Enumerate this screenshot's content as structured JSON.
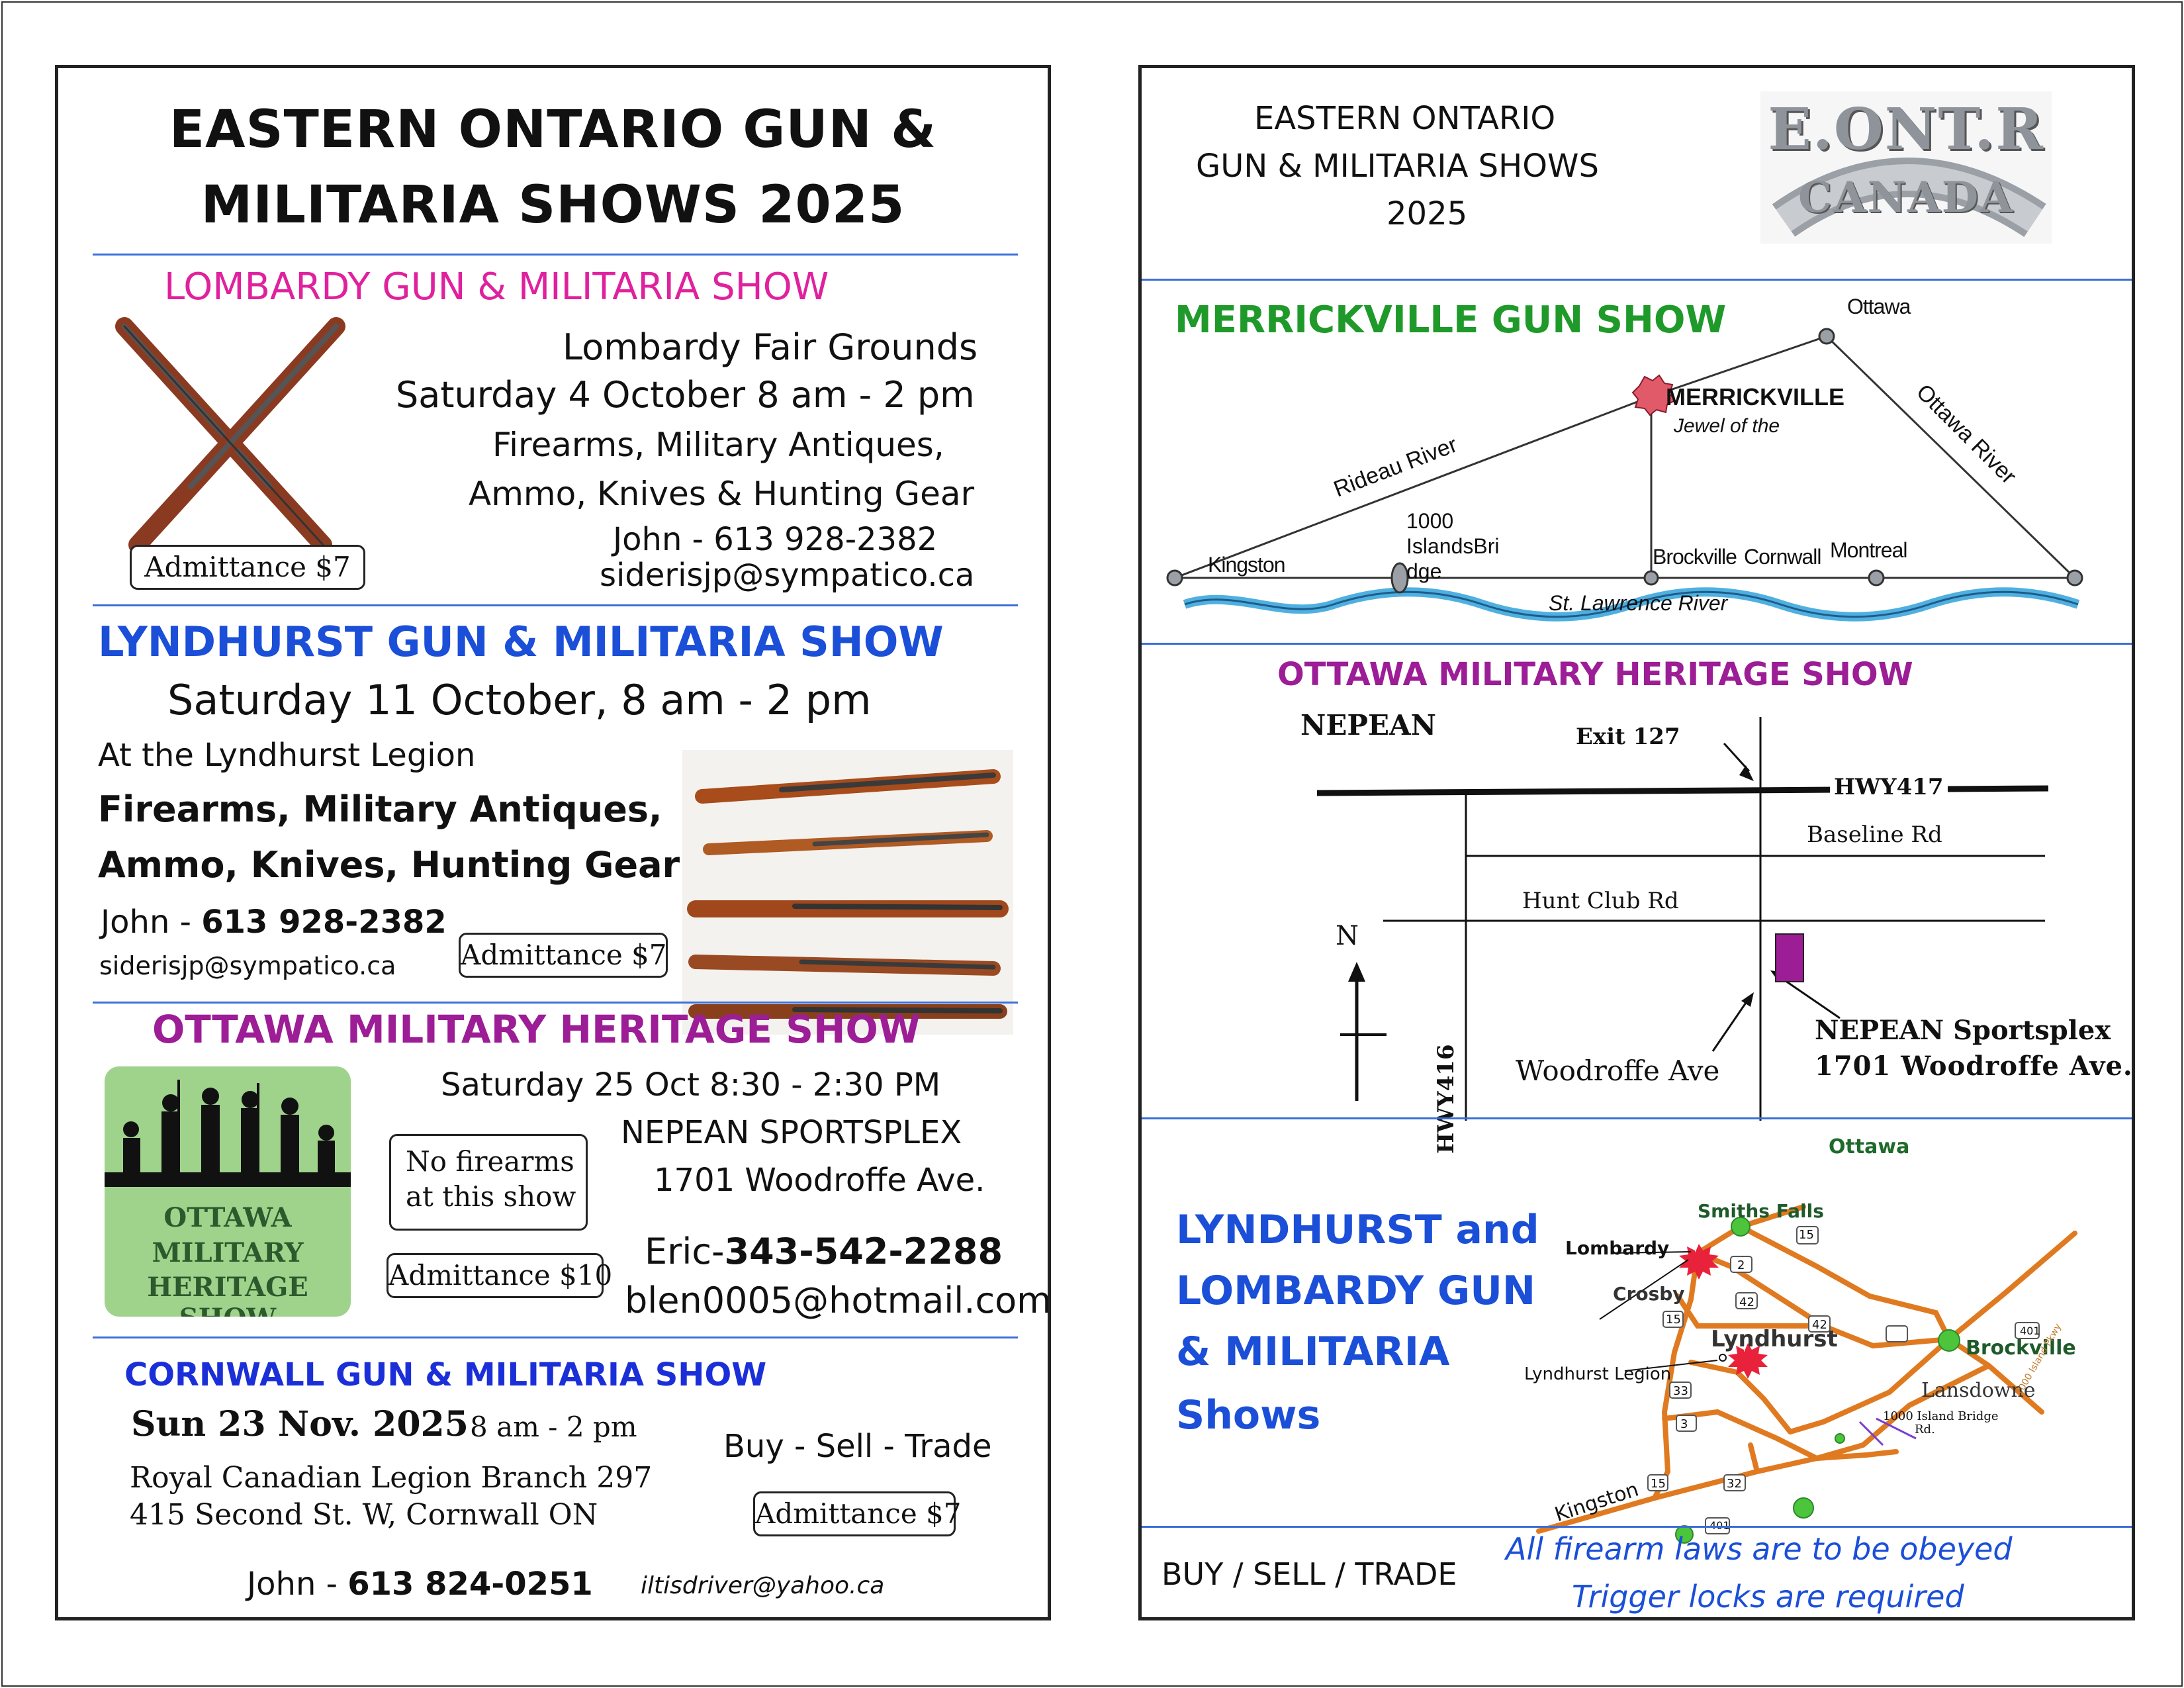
{
  "left": {
    "title_line1": "EASTERN ONTARIO GUN &",
    "title_line2": "MILITARIA SHOWS 2025",
    "lombardy": {
      "heading": "LOMBARDY GUN & MILITARIA SHOW",
      "venue": "Lombardy Fair Grounds",
      "date": "Saturday 4 October 8 am - 2 pm",
      "items1": "Firearms, Military Antiques,",
      "items2": "Ammo, Knives & Hunting Gear",
      "contact": "John - 613 928-2382",
      "email": "siderisjp@sympatico.ca",
      "admittance": "Admittance $7"
    },
    "lyndhurst": {
      "heading": "LYNDHURST GUN & MILITARIA SHOW",
      "date": "Saturday 11 October, 8 am - 2 pm",
      "venue": "At the Lyndhurst Legion",
      "items1": "Firearms, Military Antiques,",
      "items2": "Ammo, Knives, Hunting Gear",
      "contact_name": "John - ",
      "contact_phone": "613 928-2382",
      "email": "siderisjp@sympatico.ca",
      "admittance": "Admittance $7"
    },
    "ottawa": {
      "heading": "OTTAWA MILITARY HERITAGE SHOW",
      "date": "Saturday 25 Oct  8:30 - 2:30 PM",
      "venue": "NEPEAN SPORTSPLEX",
      "address": "1701 Woodroffe Ave.",
      "no_firearms1": "No firearms",
      "no_firearms2": "at this show",
      "admittance": "Admittance $10",
      "contact_name": "Eric-",
      "contact_phone": "343-542-2288",
      "email": "blen0005@hotmail.com",
      "logo_line1": "OTTAWA",
      "logo_line2": "MILITARY",
      "logo_line3": "HERITAGE SHOW"
    },
    "cornwall": {
      "heading": "CORNWALL GUN & MILITARIA SHOW",
      "date": "Sun 23 Nov. 2025",
      "time": "8 am - 2 pm",
      "venue1": "Royal Canadian Legion Branch 297",
      "venue2": "415 Second St. W,  Cornwall ON",
      "buy_sell": "Buy - Sell - Trade",
      "admittance": "Admittance $7",
      "contact_name": "John - ",
      "contact_phone": "613 824-0251",
      "email": "iltisdriver@yahoo.ca"
    }
  },
  "right": {
    "title1": "EASTERN ONTARIO",
    "title2": "GUN & MILITARIA SHOWS",
    "title3": "2025",
    "badge_top": "E.ONT.R",
    "badge_bottom": "CANADA",
    "merrickville": {
      "heading": "MERRICKVILLE GUN SHOW",
      "ottawa": "Ottawa",
      "merrickville": "MERRICKVILLE",
      "jewel": "Jewel of the",
      "rideau": "Rideau River",
      "ottawa_river": "Ottawa River",
      "kingston": "Kingston",
      "islands1": "1000",
      "islands2": "IslandsBri",
      "islands3": "dge",
      "brockville": "Brockville",
      "cornwall": "Cornwall",
      "montreal": "Montreal",
      "st_lawrence": "St. Lawrence River"
    },
    "ottawa_map": {
      "heading": "OTTAWA MILITARY HERITAGE SHOW",
      "nepean": "NEPEAN",
      "exit": "Exit 127",
      "hwy417": "HWY417",
      "baseline": "Baseline Rd",
      "hunt_club": "Hunt Club Rd",
      "north": "N",
      "hwy416": "HWY416",
      "woodroffe": "Woodroffe Ave",
      "sportsplex1": "NEPEAN Sportsplex",
      "sportsplex2": "1701 Woodroffe Ave."
    },
    "lyndhurst_map": {
      "heading1": "LYNDHURST and",
      "heading2": "LOMBARDY GUN",
      "heading3": "& MILITARIA",
      "heading4": "Shows",
      "ottawa": "Ottawa",
      "smiths_falls": "Smiths Falls",
      "lombardy": "Lombardy",
      "crosby": "Crosby",
      "lyndhurst": "Lyndhurst",
      "legion": "Lyndhurst Legion",
      "brockville": "Brockville",
      "lansdowne": "Lansdowne",
      "bridge1": "1000 Island Bridge",
      "bridge2": "Rd.",
      "kingston": "Kingston",
      "parkway": "1000 Island Pkwy",
      "r15a": "15",
      "r15b": "15",
      "r15c": "15",
      "r2": "2",
      "r42a": "42",
      "r42b": "42",
      "r33": "33",
      "r3": "3",
      "r32": "32",
      "r401a": "401",
      "r401b": "401"
    },
    "footer": {
      "buy": "BUY / SELL / TRADE",
      "laws": "All firearm laws are to be obeyed",
      "locks": "Trigger locks are required"
    }
  },
  "colors": {
    "magenta": "#e0219e",
    "blue": "#1b4fd8",
    "purple": "#9c1d96",
    "green": "#1f9a2a",
    "rule": "#3a6ed8",
    "road": "#e07a20"
  }
}
